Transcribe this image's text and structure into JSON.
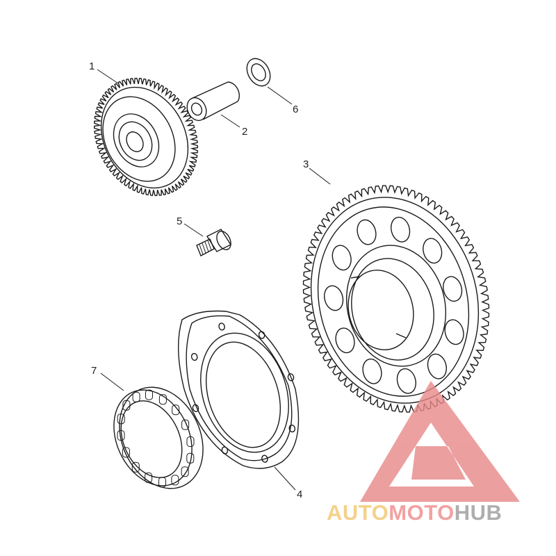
{
  "callouts": [
    {
      "label": "1",
      "part": "idler-gear"
    },
    {
      "label": "2",
      "part": "spacer-sleeve"
    },
    {
      "label": "3",
      "part": "starter-driven-gear"
    },
    {
      "label": "4",
      "part": "clutch-housing-plate"
    },
    {
      "label": "5",
      "part": "bolt"
    },
    {
      "label": "6",
      "part": "washer"
    },
    {
      "label": "7",
      "part": "one-way-clutch-bearing"
    }
  ],
  "watermark": {
    "brand_part1": "AUTO",
    "brand_part2": "MOTO",
    "brand_part3": "HUB",
    "colors": {
      "triangle": "#e88888",
      "auto": "#f2c66e",
      "moto": "#ef8a8a",
      "hub": "#9a9a9a"
    }
  },
  "colors": {
    "line": "#1a1a1a",
    "background": "#ffffff"
  }
}
